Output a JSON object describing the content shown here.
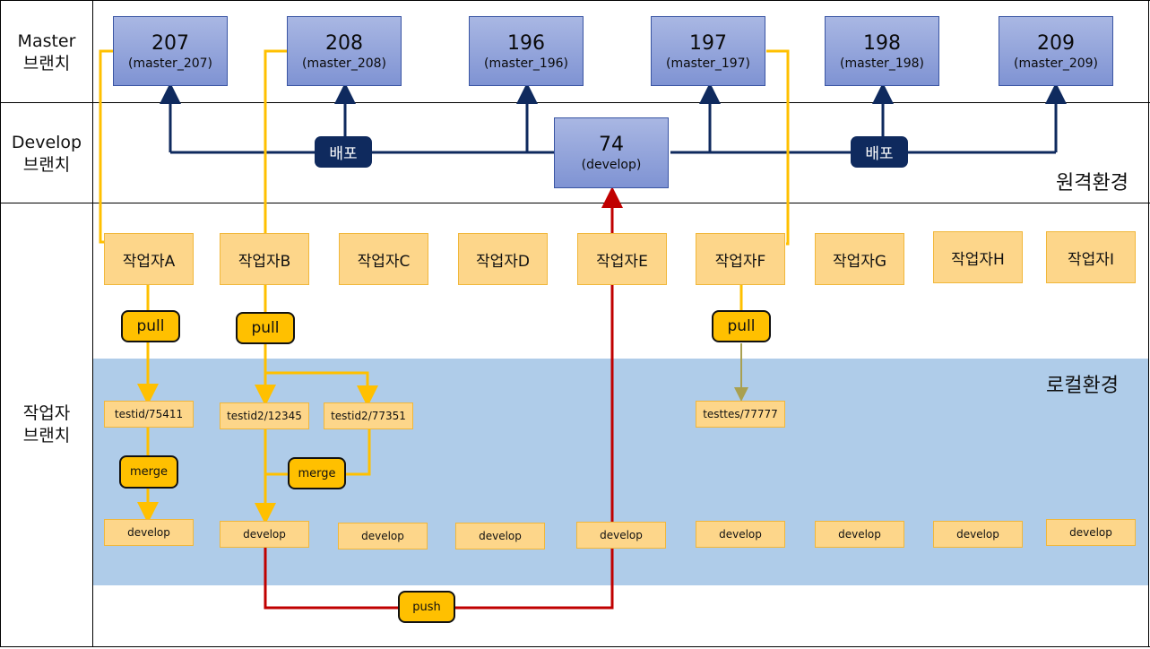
{
  "rows": {
    "master": "Master\n브랜치",
    "develop": "Develop\n브랜치",
    "worker": "작업자\n브랜치"
  },
  "regions": {
    "remote": "원격환경",
    "local": "로컬환경"
  },
  "master_branches": [
    {
      "num": "207",
      "name": "(master_207)"
    },
    {
      "num": "208",
      "name": "(master_208)"
    },
    {
      "num": "196",
      "name": "(master_196)"
    },
    {
      "num": "197",
      "name": "(master_197)"
    },
    {
      "num": "198",
      "name": "(master_198)"
    },
    {
      "num": "209",
      "name": "(master_209)"
    }
  ],
  "develop_branch": {
    "num": "74",
    "name": "(develop)"
  },
  "deploy_labels": [
    "배포",
    "배포"
  ],
  "workers": [
    "작업자A",
    "작업자B",
    "작업자C",
    "작업자D",
    "작업자E",
    "작업자F",
    "작업자G",
    "작업자H",
    "작업자I"
  ],
  "pull_labels": [
    "pull",
    "pull",
    "pull"
  ],
  "feature_branches": [
    "testid/75411",
    "testid2/12345",
    "testid2/77351",
    "testtes/77777"
  ],
  "merge_labels": [
    "merge",
    "merge"
  ],
  "local_develop": [
    "develop",
    "develop",
    "develop",
    "develop",
    "develop",
    "develop",
    "develop",
    "develop",
    "develop"
  ],
  "push_label": "push",
  "colors": {
    "master_fill": "#8fa2dc",
    "worker_fill": "#fdd68a",
    "local_region": "#afcce9",
    "navy_line": "#0f2a5e",
    "yellow_line": "#ffc000",
    "red_line": "#c00000",
    "olive_line": "#a9a050"
  }
}
